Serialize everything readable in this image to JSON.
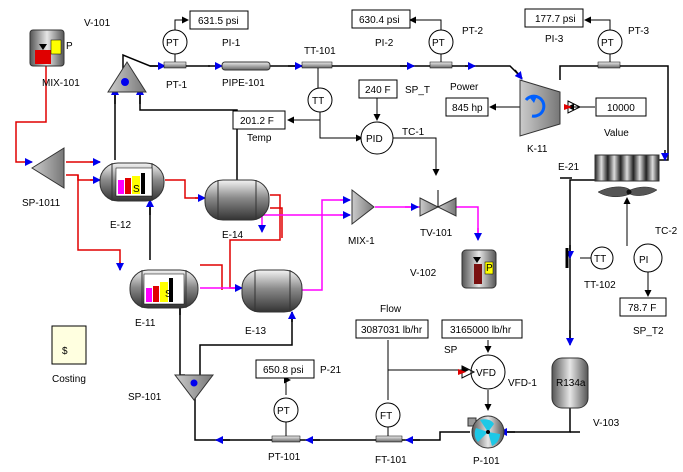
{
  "labels": {
    "v101": "V-101",
    "mix101": "MIX-101",
    "sp1011": "SP-1011",
    "e12": "E-12",
    "e14": "E-14",
    "e11": "E-11",
    "e13": "E-13",
    "mix1": "MIX-1",
    "tv101": "TV-101",
    "v102": "V-102",
    "pt1": "PT-1",
    "pipe101": "PIPE-101",
    "tt101": "TT-101",
    "pi1": "PI-1",
    "pi2": "PI-2",
    "pi3": "PI-3",
    "pt2": "PT-2",
    "pt3": "PT-3",
    "sp_t": "SP_T",
    "tc1": "TC-1",
    "temp": "Temp",
    "power": "Power",
    "k11": "K-11",
    "value": "Value",
    "e21": "E-21",
    "tc2": "TC-2",
    "tt102": "TT-102",
    "sp_t2": "SP_T2",
    "v103": "V-103",
    "sp101": "SP-101",
    "p21": "P-21",
    "pt101": "PT-101",
    "ft101": "FT-101",
    "p101": "P-101",
    "vfd1": "VFD-1",
    "flow": "Flow",
    "sp": "SP",
    "costing": "Costing"
  },
  "tags": {
    "pt": "PT",
    "tt": "TT",
    "pid": "PID",
    "pi": "PI",
    "ft": "FT",
    "vfd": "VFD",
    "r134a": "R134a",
    "dollar": "$",
    "s": "S",
    "p": "P"
  },
  "readouts": {
    "pi1": "631.5 psi",
    "pi2": "630.4 psi",
    "pi3": "177.7 psi",
    "sp_t": "240 F",
    "temp": "201.2 F",
    "power": "845 hp",
    "value": "10000",
    "sp_t2": "78.7 F",
    "p21": "650.8 psi",
    "flow": "3087031 lb/hr",
    "sp": "3165000 lb/hr"
  },
  "colors": {
    "red_stream": "#e00000",
    "magenta_stream": "#ff00ff",
    "flow": "#0000ee"
  }
}
